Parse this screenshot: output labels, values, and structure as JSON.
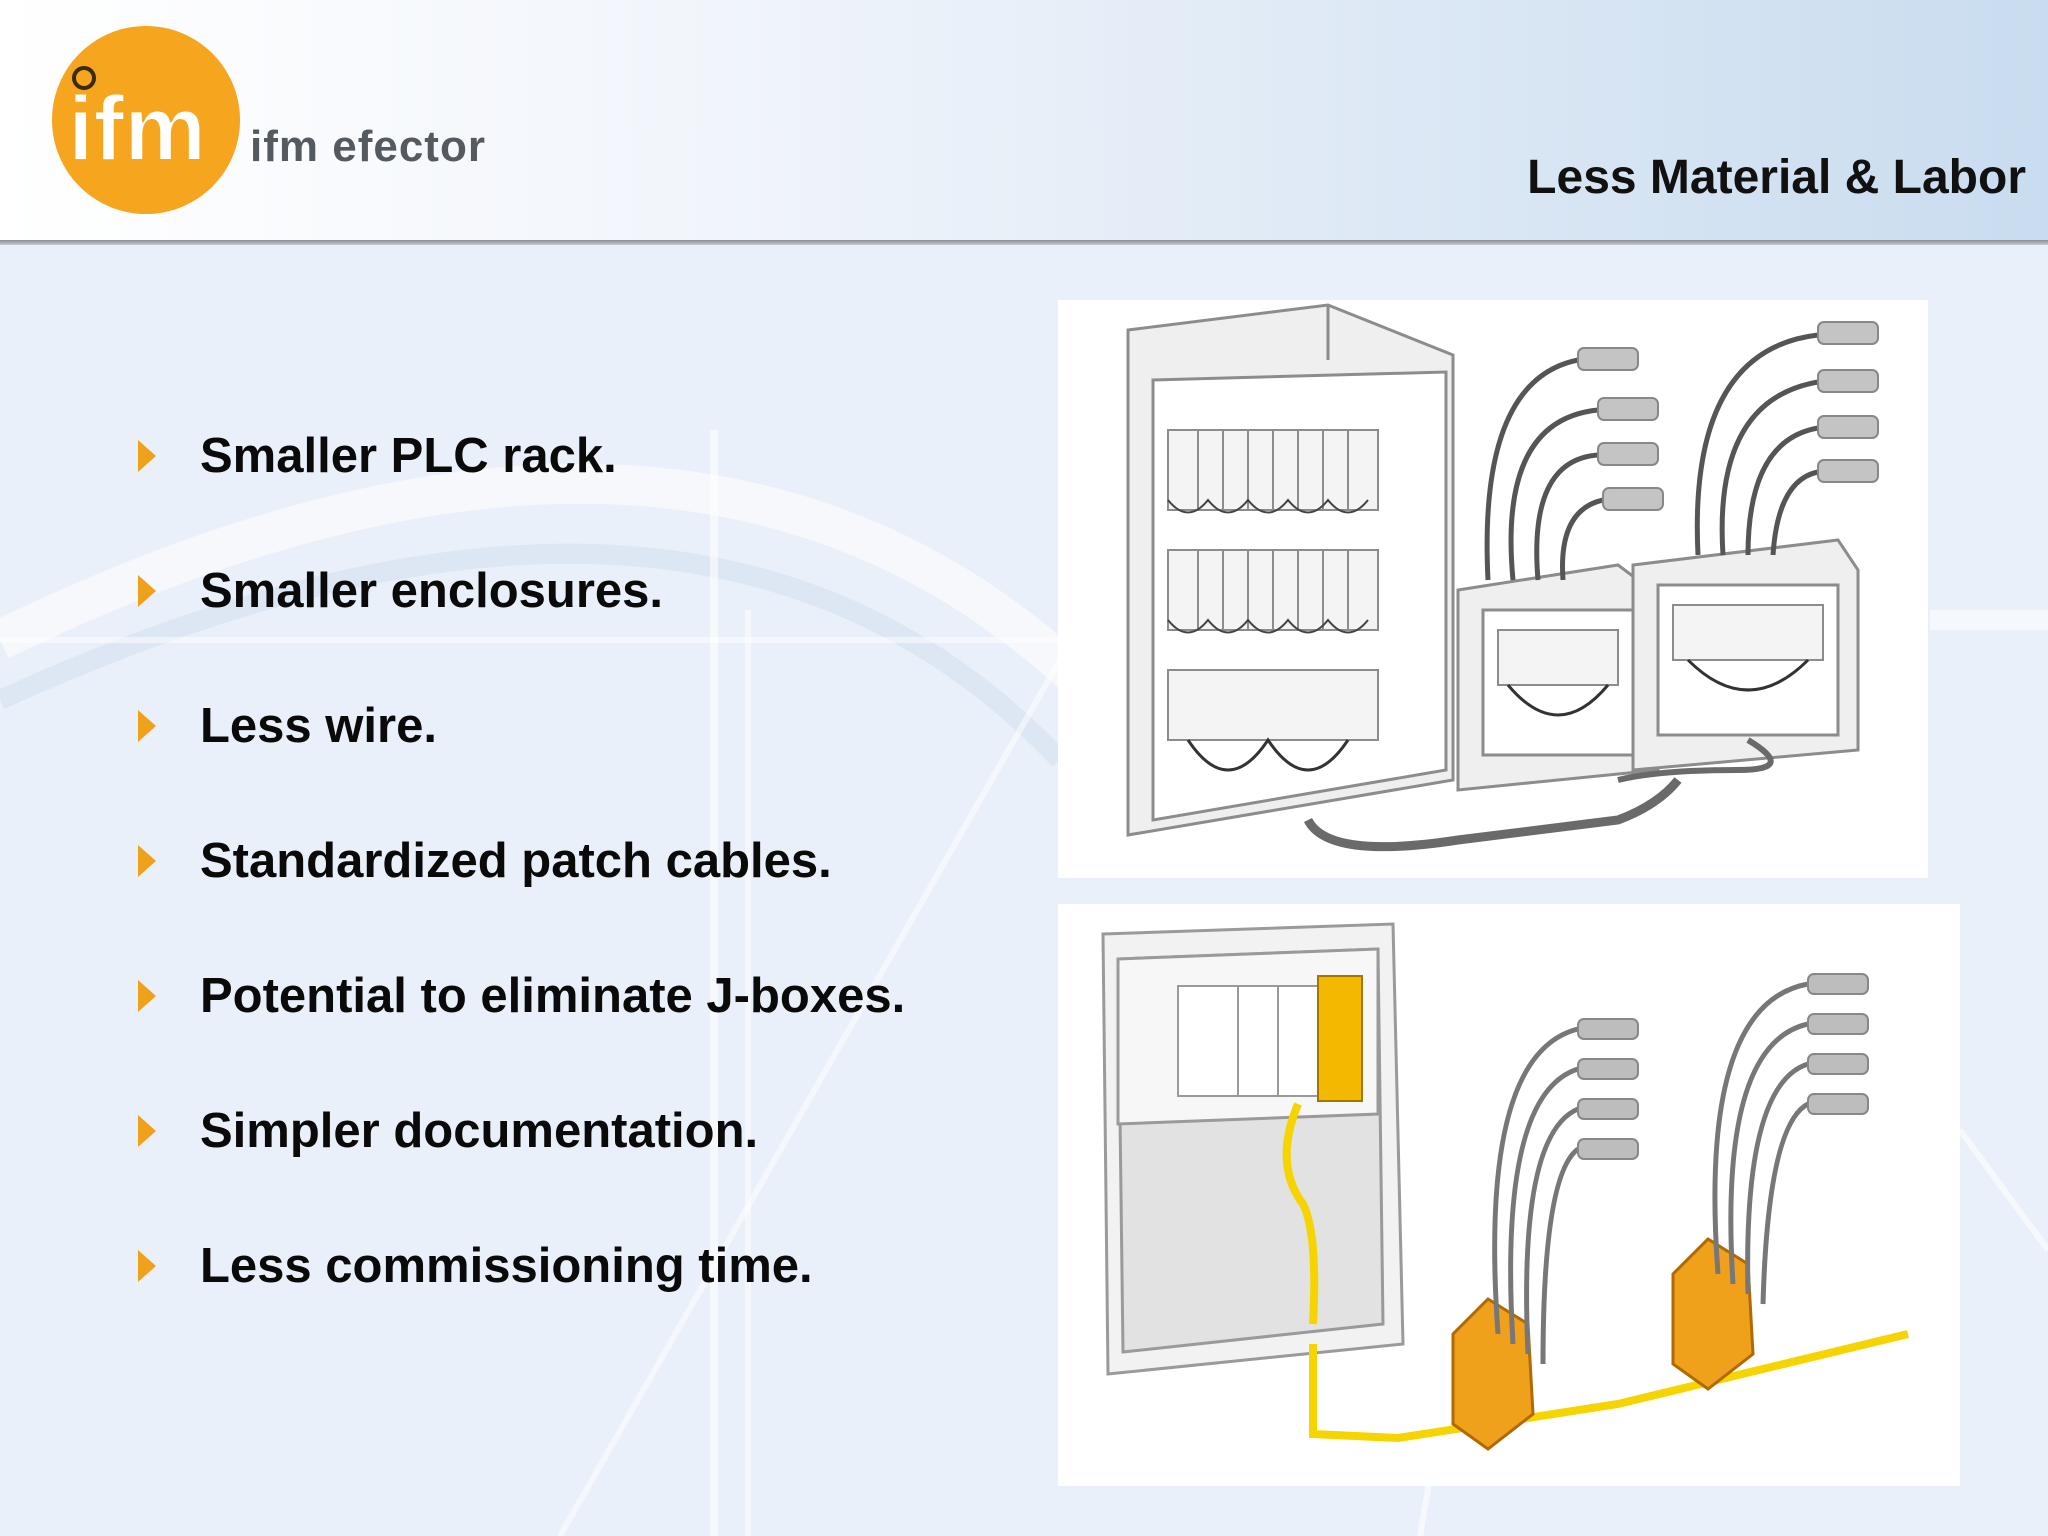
{
  "header": {
    "brand": "ifm efector",
    "logo_text": "ifm",
    "title": "Less Material & Labor"
  },
  "bullets": [
    "Smaller PLC rack.",
    "Smaller enclosures.",
    "Less wire.",
    "Standardized patch cables.",
    "Potential to eliminate J-boxes.",
    "Simpler documentation.",
    "Less commissioning time."
  ],
  "colors": {
    "accent": "#f0a11c",
    "bullet_marker": "#f0a11c",
    "cable_yellow": "#f5d400"
  },
  "illustrations": [
    "conventional-wiring-illustration",
    "fieldbus-wiring-illustration"
  ]
}
